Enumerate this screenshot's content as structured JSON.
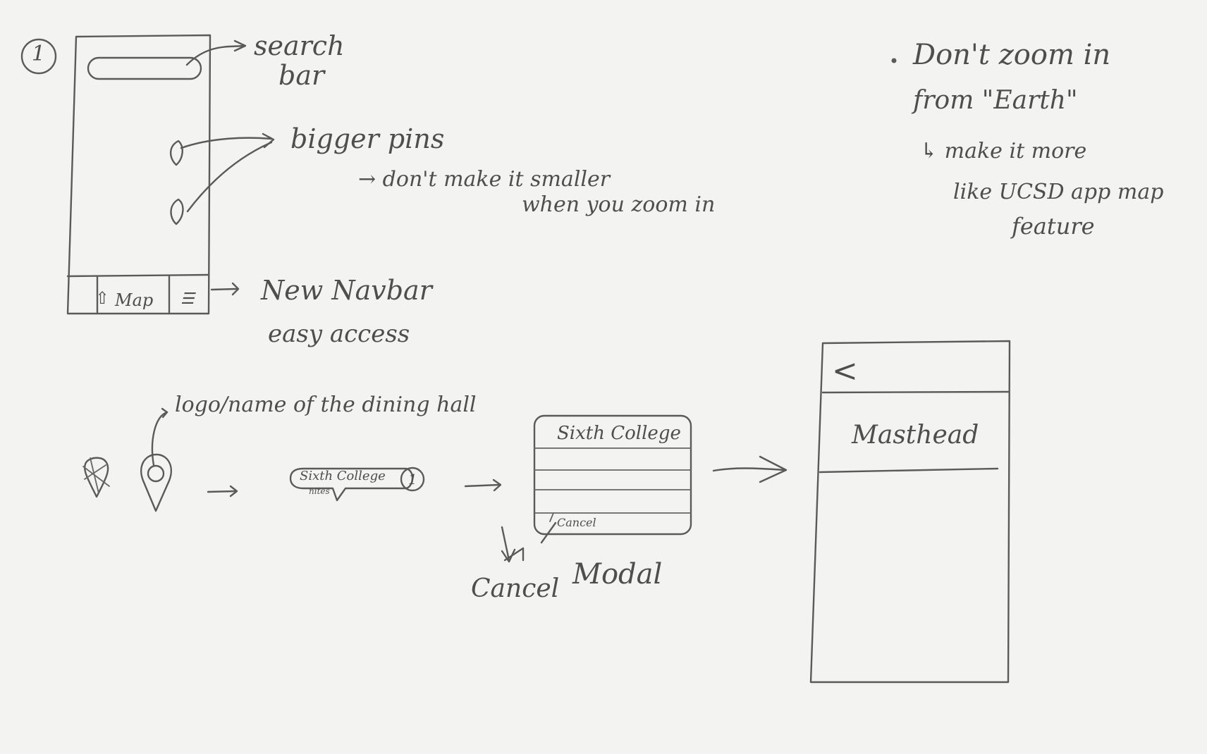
{
  "step_number": "1",
  "phone_mockup": {
    "nav_home_glyph": "⇧",
    "nav_map_label": "Map",
    "nav_menu_glyph": "☰"
  },
  "annotations": {
    "search_bar": [
      "search",
      "bar"
    ],
    "bigger_pins": "bigger pins",
    "dont_make_smaller": [
      "→ don't make it smaller",
      "when you zoom in"
    ],
    "new_navbar": [
      "New Navbar",
      "easy access"
    ],
    "logo_name": "logo/name of the dining hall",
    "dont_zoom": [
      "Don't zoom in",
      "from \"Earth\"",
      "↳ make it more",
      "like UCSD app map",
      "feature"
    ],
    "bubble_title": "Sixth College",
    "bubble_sub": "nites",
    "bubble_count": "1",
    "modal_title": "Sixth College",
    "modal_cancel": "Cancel",
    "cancel_label": "Cancel",
    "modal_label": "Modal",
    "back_glyph": "<",
    "masthead": "Masthead"
  },
  "colors": {
    "paper": "#f3f3f1",
    "pencil": "#5a5a5a"
  }
}
